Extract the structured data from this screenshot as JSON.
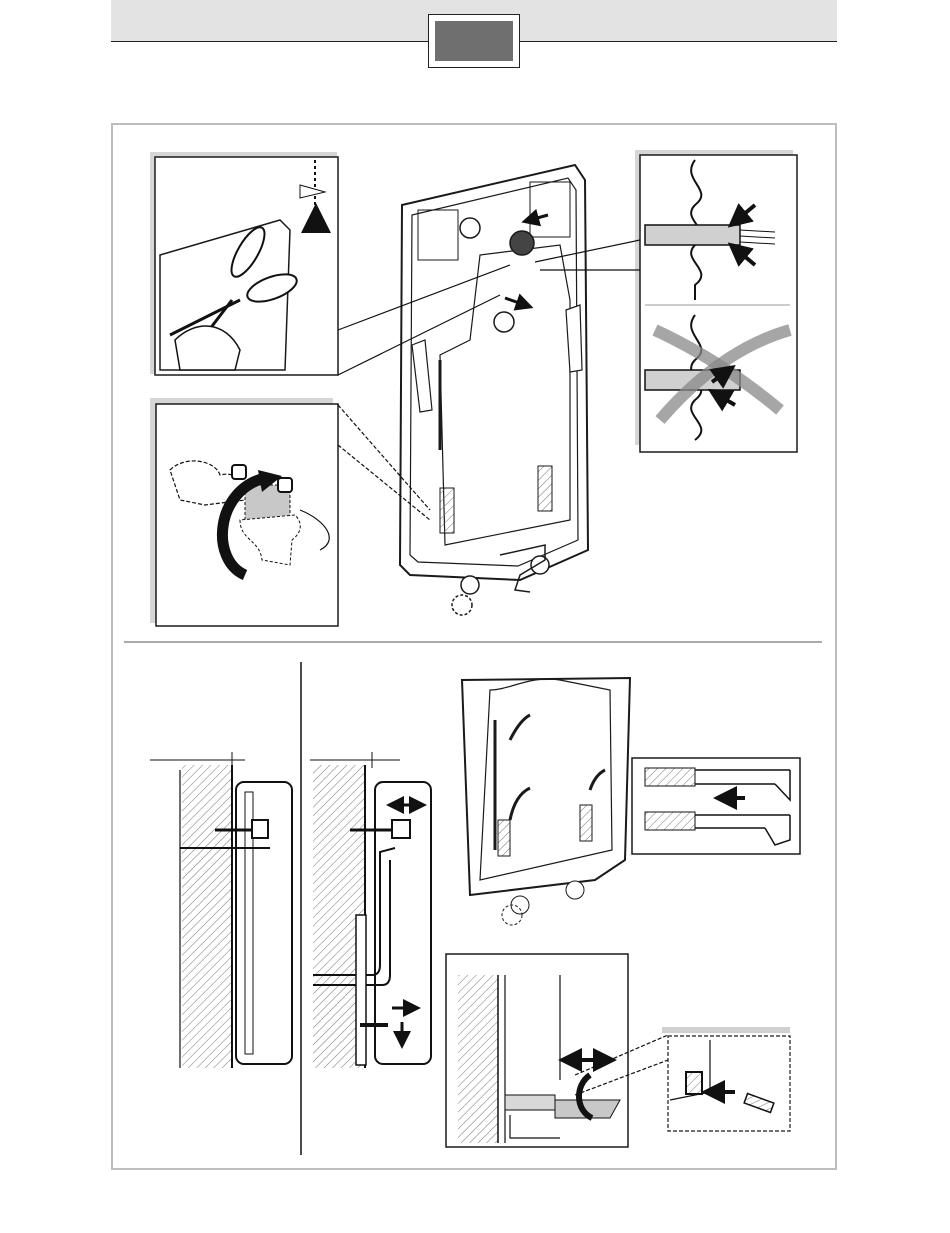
{
  "header": {
    "tab_label": ""
  },
  "figure": {
    "top_section": {
      "detail_scissors": "cut-out-cable-entry",
      "detail_cable": "cable-routing-correct-incorrect",
      "detail_rotation": "rotate-connection-bracket"
    },
    "bottom_section": {
      "wall_detail_flush": "flush-mount-wall-section",
      "wall_detail_pipes": "surface-pipe-wall-section",
      "adjust_detail": "set-screw-adjustment",
      "screw_detail": "screw-insertion"
    }
  },
  "colors": {
    "line": "#1a1a1a",
    "shade": "#d0d0d0",
    "frame": "#bdbdbd",
    "header": "#e3e3e3",
    "tab": "#6f6f6f"
  }
}
